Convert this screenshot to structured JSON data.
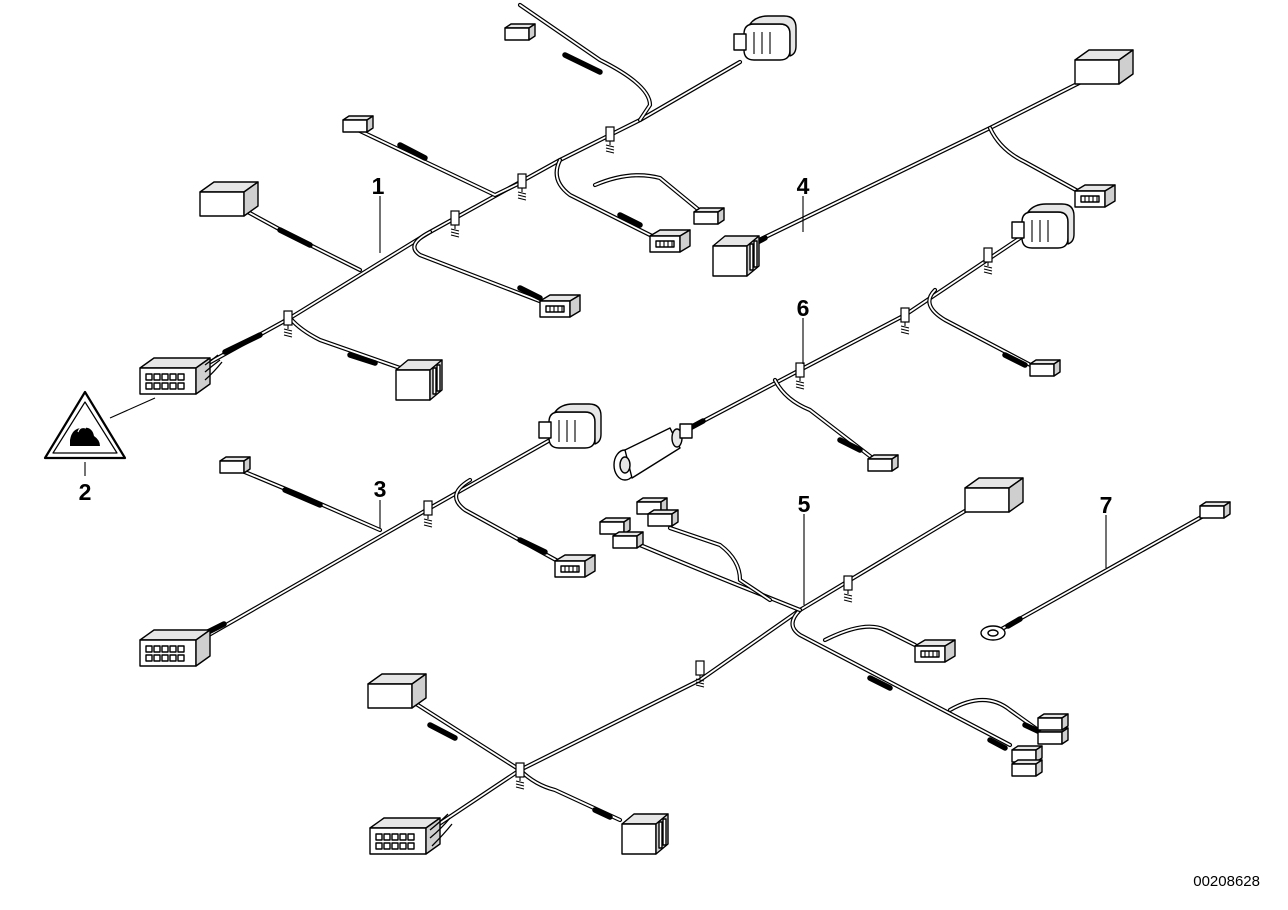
{
  "diagram": {
    "callouts": [
      "1",
      "2",
      "3",
      "4",
      "5",
      "6",
      "7"
    ],
    "document_number": "00208628"
  }
}
